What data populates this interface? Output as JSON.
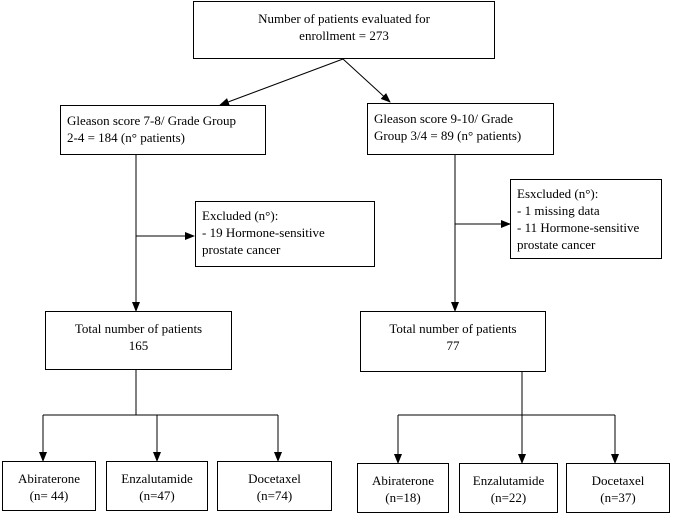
{
  "colors": {
    "line": "#000000",
    "box_fill": "#ffffff",
    "text": "#000000"
  },
  "evaluated": {
    "line1": "Number of patients evaluated for",
    "line2": "enrollment = 273"
  },
  "left": {
    "group": {
      "line1": "Gleason score 7-8/ Grade Group",
      "line2": "2-4 = 184 (n° patients)"
    },
    "excluded": {
      "title": "Excluded (n°):",
      "line1": "- 19  Hormone-sensitive",
      "line2": "prostate cancer"
    },
    "total": {
      "line1": "Total number of patients",
      "line2": "165"
    },
    "treatments": [
      {
        "name": "Abiraterone",
        "n": "(n= 44)"
      },
      {
        "name": "Enzalutamide",
        "n": "(n=47)"
      },
      {
        "name": "Docetaxel",
        "n": "(n=74)"
      }
    ]
  },
  "right": {
    "group": {
      "line1": "Gleason score 9-10/ Grade",
      "line2": "Group 3/4 = 89 (n° patients)"
    },
    "excluded": {
      "title": "Esxcluded (n°):",
      "line1": "- 1 missing data",
      "line2": "- 11 Hormone-sensitive",
      "line3": "prostate cancer"
    },
    "total": {
      "line1": "Total number of patients",
      "line2": "77"
    },
    "treatments": [
      {
        "name": "Abiraterone",
        "n": "(n=18)"
      },
      {
        "name": "Enzalutamide",
        "n": "(n=22)"
      },
      {
        "name": "Docetaxel",
        "n": "(n=37)"
      }
    ]
  }
}
